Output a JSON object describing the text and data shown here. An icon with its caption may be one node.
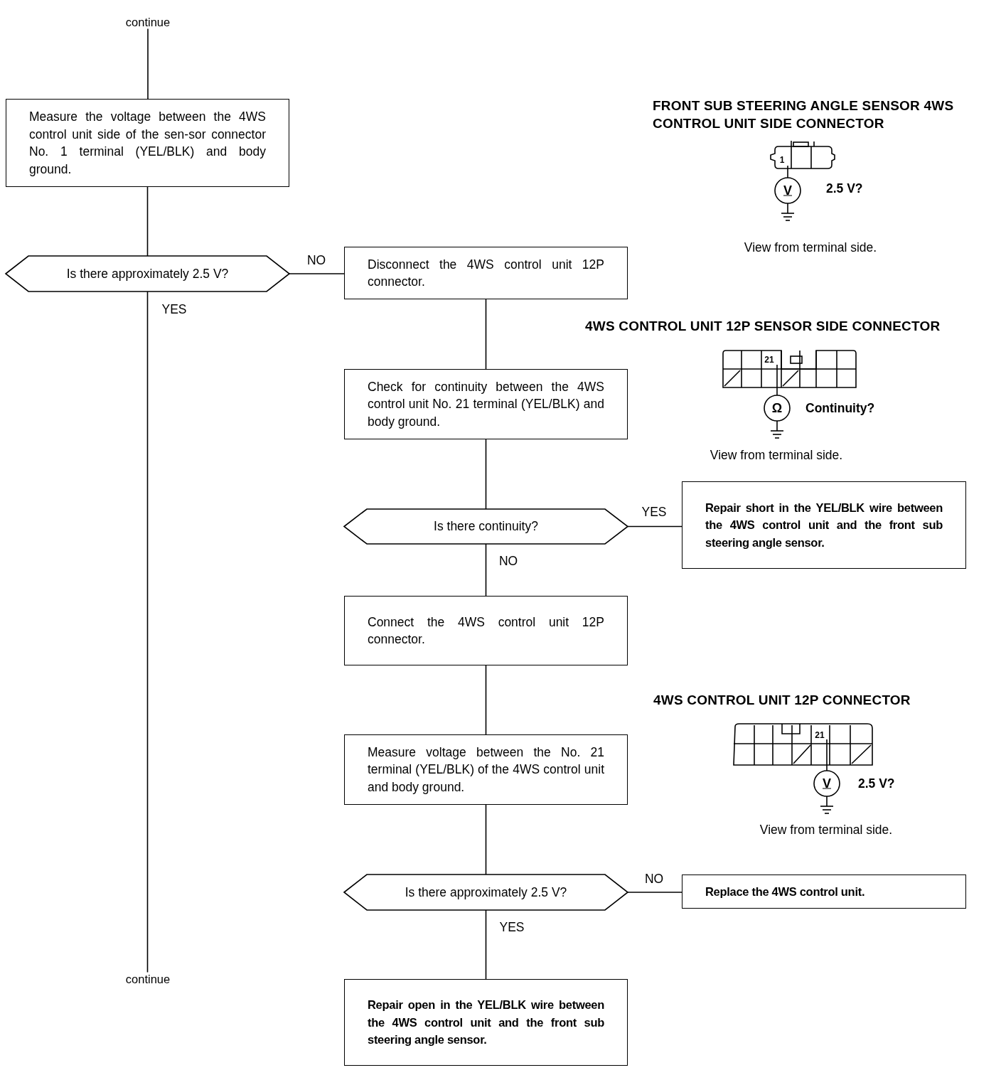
{
  "diagram": {
    "nodes": [
      {
        "text": [
          "continue"
        ]
      },
      {
        "text": [
          "Measure the voltage between the 4WS control unit side of the sen-sor connector No. 1 terminal (YEL/BLK) and body ground."
        ]
      },
      {
        "text": [
          "Is there approximately 2.5 V?"
        ]
      },
      {
        "text": [
          "Disconnect the 4WS control unit 12P connector."
        ]
      },
      {
        "text": [
          "Check for continuity between the 4WS control unit No. 21 terminal (YEL/BLK) and body ground."
        ]
      },
      {
        "text": [
          "Is there continuity?"
        ]
      },
      {
        "text": [
          "Repair short in the YEL/BLK wire between the 4WS control unit and the front sub steering angle sensor."
        ]
      },
      {
        "text": [
          "Connect the 4WS control unit 12P connector."
        ]
      },
      {
        "text": [
          "Measure voltage between the No. 21 terminal (YEL/BLK) of the 4WS control unit and body ground."
        ]
      },
      {
        "text": [
          "Is there approximately 2.5 V?"
        ]
      },
      {
        "text": [
          "Replace the 4WS control unit."
        ]
      },
      {
        "text": [
          "Repair open in the YEL/BLK wire between the 4WS control unit and the front sub steering angle sensor."
        ]
      },
      {
        "text": [
          "continue"
        ]
      }
    ],
    "edges": [
      {
        "from": 0,
        "to": 1,
        "arrow": "none"
      },
      {
        "from": 1,
        "to": 2,
        "arrow": "none"
      },
      {
        "from": 2,
        "to": 3,
        "arrow": "none",
        "label": "NO"
      },
      {
        "from": 2,
        "to": 12,
        "arrow": "none",
        "label": "YES"
      },
      {
        "from": 3,
        "to": 4,
        "arrow": "none"
      },
      {
        "from": 4,
        "to": 5,
        "arrow": "none"
      },
      {
        "from": 5,
        "to": 6,
        "arrow": "none",
        "label": "YES"
      },
      {
        "from": 5,
        "to": 7,
        "arrow": "none",
        "label": "NO"
      },
      {
        "from": 7,
        "to": 8,
        "arrow": "none"
      },
      {
        "from": 8,
        "to": 9,
        "arrow": "none"
      },
      {
        "from": 9,
        "to": 10,
        "arrow": "none",
        "label": "NO"
      },
      {
        "from": 9,
        "to": 11,
        "arrow": "none",
        "label": "YES"
      }
    ],
    "labels": [
      "FRONT SUB STEERING ANGLE SENSOR 4WS CONTROL UNIT SIDE CONNECTOR",
      "1",
      "V",
      "2.5 V?",
      "View from terminal side.",
      "4WS CONTROL UNIT 12P SENSOR SIDE CONNECTOR",
      "21",
      "Ω",
      "Continuity?",
      "View from terminal side.",
      "4WS CONTROL UNIT 12P CONNECTOR",
      "21",
      "V",
      "2.5 V?",
      "View from terminal side."
    ]
  }
}
